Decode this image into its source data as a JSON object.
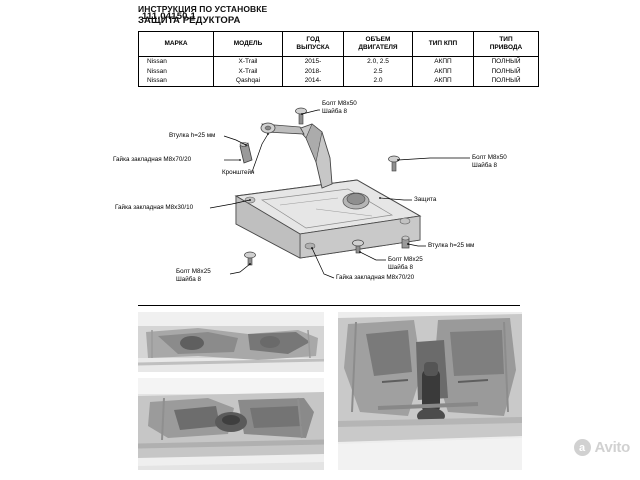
{
  "header": {
    "title": "ИНСТРУКЦИЯ ПО УСТАНОВКЕ",
    "subtitle": "ЗАЩИТА РЕДУКТОРА",
    "code": "111.04150.1"
  },
  "table": {
    "headers": [
      "МАРКА",
      "МОДЕЛЬ",
      "ГОД ВЫПУСКА",
      "ОБЪЕМ ДВИГАТЕЛЯ",
      "ТИП КПП",
      "ТИП ПРИВОДА"
    ],
    "rows": [
      [
        "Nissan",
        "X-Trail",
        "2015-",
        "2.0, 2.5",
        "АКПП",
        "ПОЛНЫЙ"
      ],
      [
        "Nissan",
        "X-Trail",
        "2018-",
        "2.5",
        "АКПП",
        "ПОЛНЫЙ"
      ],
      [
        "Nissan",
        "Qashqai",
        "2014-",
        "2.0",
        "АКПП",
        "ПОЛНЫЙ"
      ]
    ]
  },
  "diagram": {
    "callouts": [
      {
        "id": "bolt-m8x50-top",
        "lines": [
          "Болт М8х50",
          "Шайба 8"
        ]
      },
      {
        "id": "vtulka-top",
        "lines": [
          "Втулка h=25 мм"
        ]
      },
      {
        "id": "gayka-m8x70-20-left",
        "lines": [
          "Гайка закладная М8х70/20"
        ]
      },
      {
        "id": "kronshteyn",
        "lines": [
          "Кронштейн"
        ]
      },
      {
        "id": "bolt-m8x50-right",
        "lines": [
          "Болт М8х50",
          "Шайба 8"
        ]
      },
      {
        "id": "gayka-m8x30-10",
        "lines": [
          "Гайка закладная М8х30/10"
        ]
      },
      {
        "id": "zashchita",
        "lines": [
          "Защита"
        ]
      },
      {
        "id": "vtulka-right",
        "lines": [
          "Втулка h=25 мм"
        ]
      },
      {
        "id": "bolt-m8x25-right",
        "lines": [
          "Болт М8х25",
          "Шайба 8"
        ]
      },
      {
        "id": "bolt-m8x25-left",
        "lines": [
          "Болт М8х25",
          "Шайба 8"
        ]
      },
      {
        "id": "gayka-m8x70-20-bottom",
        "lines": [
          "Гайка закладная М8х70/20"
        ]
      }
    ]
  },
  "watermark": {
    "mark": "a",
    "text": "Avito"
  }
}
